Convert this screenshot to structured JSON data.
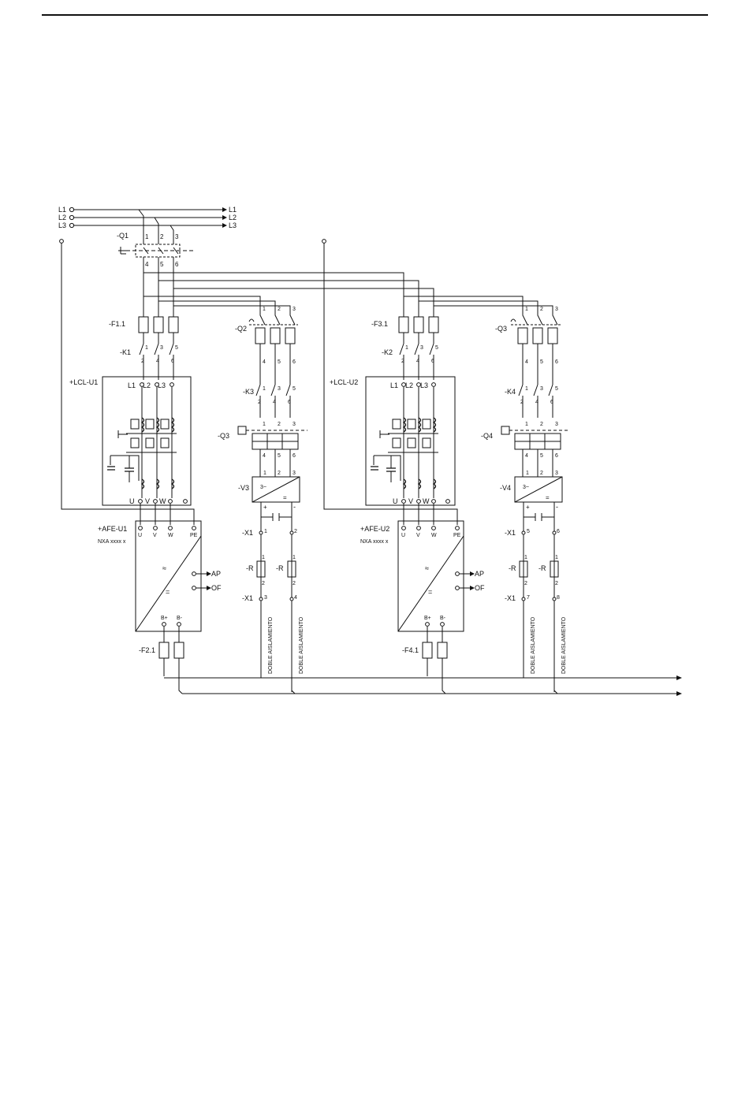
{
  "phases": [
    "L1",
    "L2",
    "L3"
  ],
  "terminals": {
    "top": [
      "1",
      "2",
      "3"
    ],
    "bottom": [
      "4",
      "5",
      "6"
    ],
    "contactor_top": [
      "1",
      "3",
      "5"
    ],
    "contactor_bottom": [
      "2",
      "4",
      "6"
    ],
    "inverter_in": [
      "1",
      "2",
      "3"
    ],
    "filter_in": [
      "L1",
      "L2",
      "L3"
    ],
    "filter_out": [
      "U",
      "V",
      "W"
    ],
    "afe_in": [
      "U",
      "V",
      "W",
      "PE"
    ],
    "dc_bus": [
      "B+",
      "B-"
    ],
    "resistor_pins": [
      "1",
      "2"
    ]
  },
  "main_breaker": "-Q1",
  "outputs": {
    "ap": "AP",
    "of": "OF"
  },
  "afe_model": "NXA xxxx x",
  "insulation_label": "DOBLE AISLAMIENTO",
  "dc_polarity": {
    "plus": "+",
    "minus": "-"
  },
  "afe_symbol": {
    "ac": "≈",
    "dc": "="
  },
  "units": [
    {
      "fuse": "-F1.1",
      "contactor": "-K1",
      "lcl": "+LCL-U1",
      "afe": "+AFE-U1",
      "dc_fuse": "-F2.1"
    },
    {
      "fuse": "-F3.1",
      "contactor": "-K2",
      "lcl": "+LCL-U2",
      "afe": "+AFE-U2",
      "dc_fuse": "-F4.1"
    }
  ],
  "brakes": [
    {
      "breaker": "-Q2",
      "contactor": "-K3",
      "protector": "-Q3",
      "inverter": "-V3",
      "inverter_symbol": "3~",
      "terminal": "-X1",
      "resistor": "-R",
      "x_top": [
        "1",
        "2"
      ],
      "x_bottom": [
        "3",
        "4"
      ]
    },
    {
      "breaker": "-Q3",
      "contactor": "-K4",
      "protector": "-Q4",
      "inverter": "-V4",
      "inverter_symbol": "3~",
      "terminal": "-X1",
      "resistor": "-R",
      "x_top": [
        "5",
        "6"
      ],
      "x_bottom": [
        "7",
        "8"
      ]
    }
  ]
}
